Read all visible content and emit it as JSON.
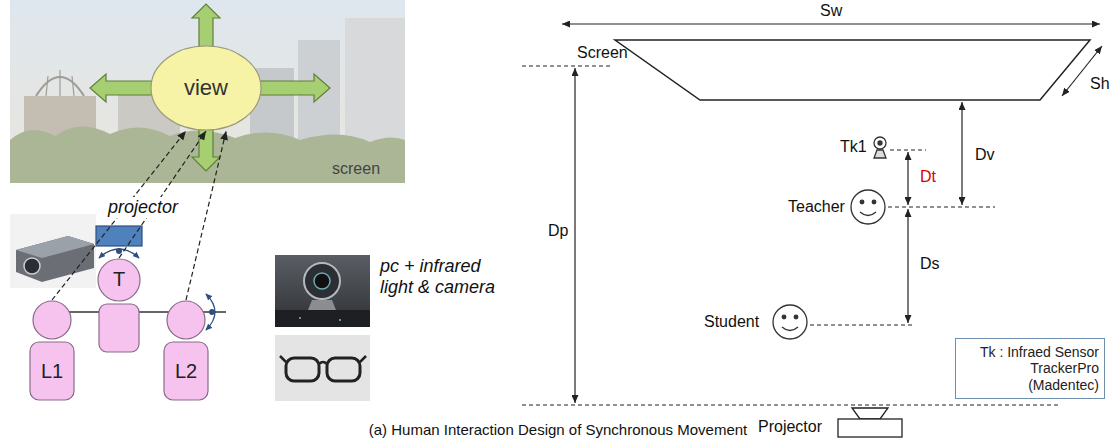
{
  "diagram": {
    "caption": "(a) Human Interaction Design of Synchronous Movement",
    "nodes": [
      {
        "text": [
          "view"
        ]
      },
      {
        "text": [
          "L1"
        ]
      },
      {
        "text": [
          "T"
        ]
      },
      {
        "text": [
          "L2"
        ]
      },
      {
        "text": [
          "Tk : Infraed Sensor TrackerPro (Madentec)"
        ]
      }
    ],
    "edges": [
      {
        "from": 1,
        "to": 0,
        "arrow": "to"
      },
      {
        "from": 2,
        "to": 0,
        "arrow": "to"
      },
      {
        "from": 3,
        "to": 0,
        "arrow": "to"
      }
    ],
    "labels": [
      "screen",
      "projector",
      "pc + infrared light & camera",
      "Sw",
      "Screen",
      "Sh",
      "Dv",
      "Tk1",
      "Dt",
      "Dp",
      "Teacher",
      "Ds",
      "Student",
      "Projector"
    ]
  }
}
